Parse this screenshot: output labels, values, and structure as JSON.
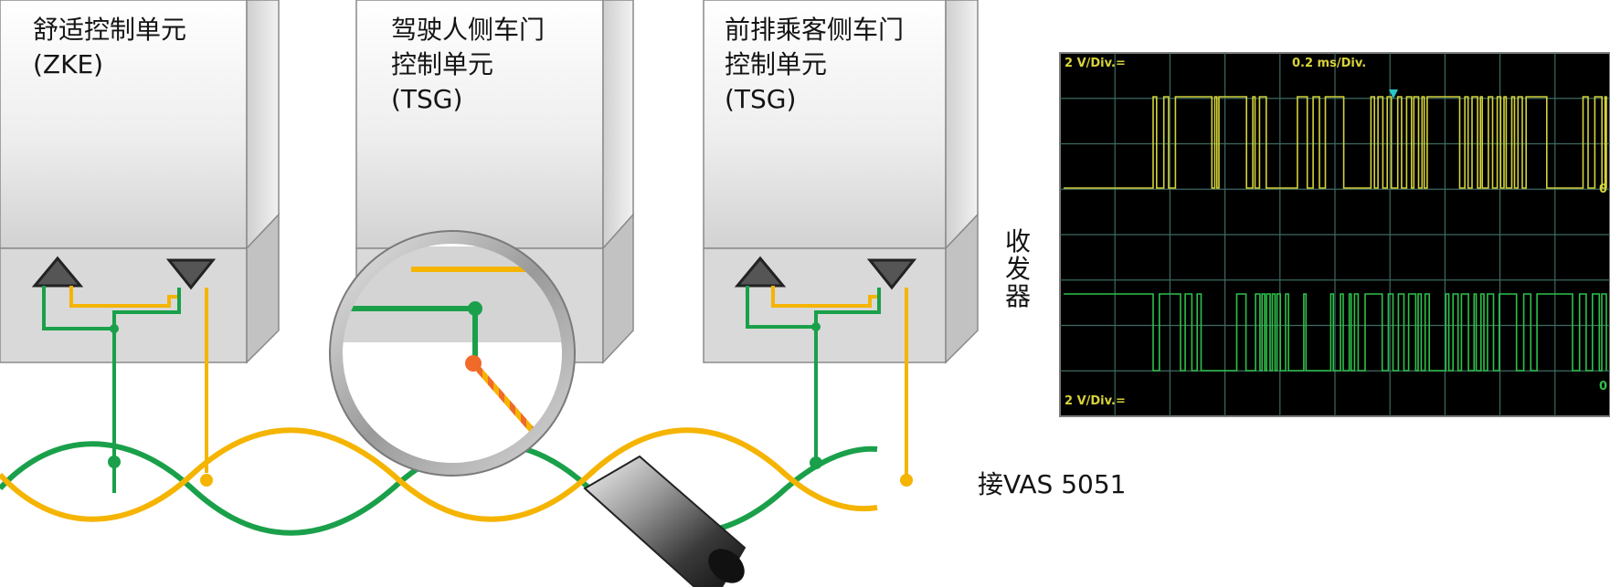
{
  "units": [
    {
      "name": "舒适控制单元",
      "abbr": "(ZKE)"
    },
    {
      "name": "驾驶人侧车门控制单元",
      "abbr": "(TSG)"
    },
    {
      "name": "前排乘客侧车门控制单元",
      "abbr": "(TSG)"
    }
  ],
  "labels": {
    "unit1": "舒适控制单元\n(ZKE)",
    "unit2": "驾驶人侧车门\n控制单元\n(TSG)",
    "unit3": "前排乘客侧车门\n控制单元\n(TSG)",
    "transceiver": "收发器",
    "connect": "接VAS 5051"
  },
  "oscilloscope": {
    "ch1_scale": "2 V/Div.=",
    "timebase": "0.2 ms/Div.",
    "ch2_scale": "2 V/Div.=",
    "ch1_color": "#d4d23a",
    "ch2_color": "#2ec04a",
    "edge_marker": "0"
  },
  "colors": {
    "can_high": "#f5b400",
    "can_low": "#1aa04a",
    "crossover_node": "#f06a2a"
  },
  "icons": [
    "transmit-triangle-up-icon",
    "receive-triangle-down-icon",
    "magnifier-icon"
  ]
}
